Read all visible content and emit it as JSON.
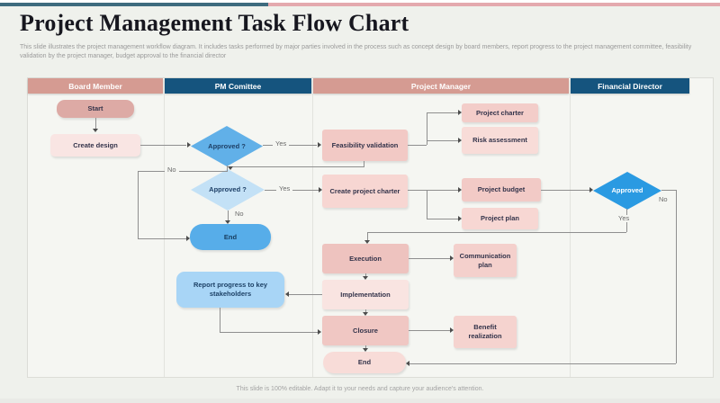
{
  "slide": {
    "title": "Project Management Task Flow Chart",
    "subtitle": "This slide illustrates the project management workflow diagram. It includes tasks performed by major parties involved in the process such as concept design by board members, report progress to the project management committee, feasibility validation by the project manager, budget approval to the financial director",
    "footer": "This slide is 100% editable. Adapt it to your needs and capture your audience's attention."
  },
  "lanes": [
    {
      "label": "Board Member"
    },
    {
      "label": "PM Comittee"
    },
    {
      "label": "Project Manager"
    },
    {
      "label": "Financial Director"
    }
  ],
  "nodes": {
    "start": {
      "label": "Start"
    },
    "create_design": {
      "label": "Create design"
    },
    "approved_1": {
      "label": "Approved ?"
    },
    "approved_2": {
      "label": "Approved ?"
    },
    "end_pm": {
      "label": "End"
    },
    "report_progress": {
      "label": "Report progress to key stakeholders"
    },
    "feasibility_validation": {
      "label": "Feasibility validation"
    },
    "create_project_charter": {
      "label": "Create project charter"
    },
    "project_charter": {
      "label": "Project charter"
    },
    "risk_assessment": {
      "label": "Risk assessment"
    },
    "project_budget": {
      "label": "Project budget"
    },
    "project_plan": {
      "label": "Project plan"
    },
    "execution": {
      "label": "Execution"
    },
    "communication_plan": {
      "label": "Communication plan"
    },
    "implementation": {
      "label": "Implementation"
    },
    "closure": {
      "label": "Closure"
    },
    "benefit_realization": {
      "label": "Benefit realization"
    },
    "end_final": {
      "label": "End"
    },
    "approved_fd": {
      "label": "Approved"
    }
  },
  "edge_labels": {
    "approved1_yes": "Yes",
    "approved1_no": "No",
    "approved2_yes": "Yes",
    "approved2_no": "No",
    "approved_fd_yes": "Yes",
    "approved_fd_no": "No"
  },
  "colors": {
    "lane_header_salmon": "#d59b92",
    "lane_header_navy": "#15547e",
    "accent_bar_left": "#3e6b7e",
    "accent_bar_right": "#e4a9ae",
    "decision_blue": "#61b0e8",
    "decision_light_blue": "#c3e1f6",
    "approved_blue": "#2a9ae2",
    "end_blue": "#57ade9",
    "report_blue": "#a8d5f6",
    "task_pink": "#f2c9c5"
  }
}
